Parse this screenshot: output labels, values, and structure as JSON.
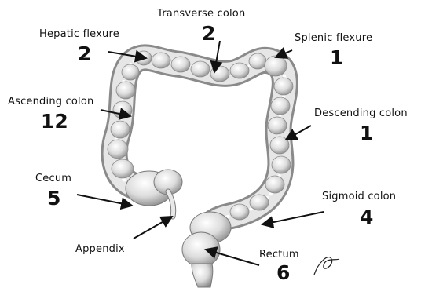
{
  "labels": {
    "transverse_colon": {
      "name": "Transverse colon",
      "count": "2"
    },
    "hepatic_flexure": {
      "name": "Hepatic flexure",
      "count": "2"
    },
    "splenic_flexure": {
      "name": "Splenic flexure",
      "count": "1"
    },
    "ascending_colon": {
      "name": "Ascending colon",
      "count": "12"
    },
    "descending_colon": {
      "name": "Descending colon",
      "count": "1"
    },
    "cecum": {
      "name": "Cecum",
      "count": "5"
    },
    "sigmoid_colon": {
      "name": "Sigmoid colon",
      "count": "4"
    },
    "appendix": {
      "name": "Appendix"
    },
    "rectum": {
      "name": "Rectum",
      "count": "6"
    }
  },
  "colors": {
    "ink": "#111111",
    "organ_fill": "#e4e4e4",
    "organ_shade": "#9a9a9a"
  }
}
